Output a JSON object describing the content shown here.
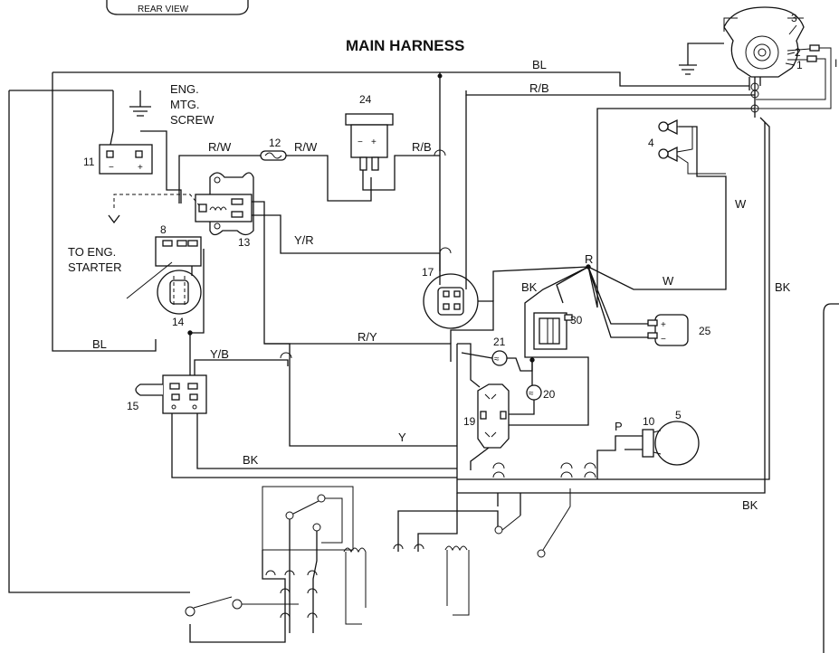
{
  "diagram": {
    "header_box_text": "REAR VIEW",
    "title": "MAIN HARNESS",
    "ground_label": [
      "ENG.",
      "MTG.",
      "SCREW"
    ],
    "starter_label": [
      "TO ENG.",
      "STARTER"
    ],
    "wire_labels": {
      "bl_top": "BL",
      "rb_top": "R/B",
      "rw_left": "R/W",
      "rw_right": "R/W",
      "rb_mid": "R/B",
      "yr": "Y/R",
      "bk_upper": "BK",
      "r_node": "R",
      "w_right": "W",
      "w_mid": "W",
      "bk_right": "BK",
      "bl_left": "BL",
      "yb": "Y/B",
      "ry": "R/Y",
      "y": "Y",
      "bk_lower": "BK",
      "p": "P",
      "bk_bottom": "BK"
    },
    "components": {
      "c1": "1",
      "c2": "2",
      "c3": "3",
      "c4": "4",
      "c5": "5",
      "c8": "8",
      "c10": "10",
      "c11": "11",
      "c12": "12",
      "c13": "13",
      "c14": "14",
      "c15": "15",
      "c17": "17",
      "c19": "19",
      "c20": "20",
      "c21": "21",
      "c24": "24",
      "c25": "25",
      "c30": "30"
    },
    "edge_letter": "I"
  }
}
